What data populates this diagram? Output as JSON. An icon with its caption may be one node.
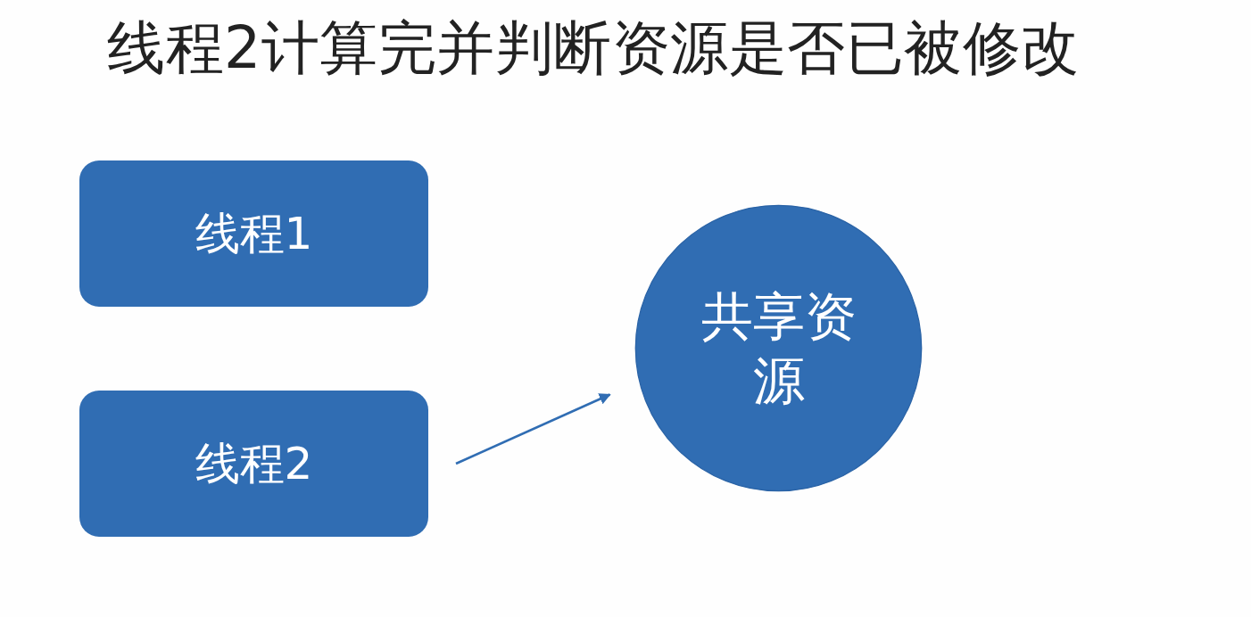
{
  "diagram": {
    "title": "线程2计算完并判断资源是否已被修改",
    "nodes": [
      {
        "text": [
          "线程1"
        ]
      },
      {
        "text": [
          "线程2"
        ]
      },
      {
        "text": [
          "共享资源"
        ]
      }
    ],
    "edges": [
      {
        "from": 1,
        "to": 2,
        "arrow": "to"
      }
    ]
  }
}
